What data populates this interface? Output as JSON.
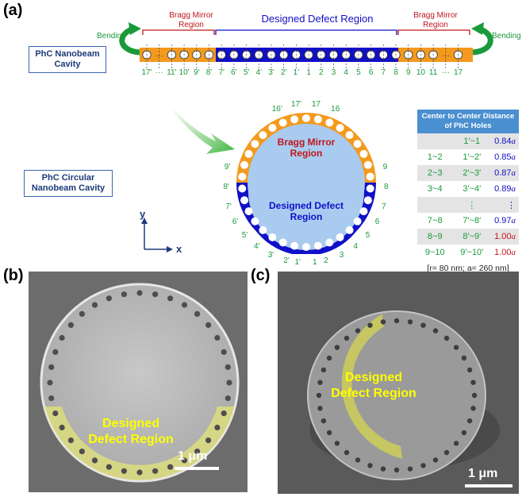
{
  "panel_a": {
    "label": "(a)",
    "bending_left": "Bending",
    "bending_right": "Bending",
    "bragg_left_line1": "Bragg Mirror",
    "bragg_left_line2": "Region",
    "defect_title": "Designed Defect Region",
    "bragg_right_line1": "Bragg Mirror",
    "bragg_right_line2": "Region",
    "nanobeam_line1": "PhC Nanobeam",
    "nanobeam_line2": "Cavity",
    "circular_line1": "PhC Circular",
    "circular_line2": "Nanobeam Cavity",
    "hole_labels": [
      "17'",
      "···",
      "11'",
      "10'",
      "9'",
      "8'",
      "7'",
      "6'",
      "5'",
      "4'",
      "3'",
      "2'",
      "1'",
      "1",
      "2",
      "3",
      "4",
      "5",
      "6",
      "7",
      "8",
      "9",
      "10",
      "11",
      "···",
      "17"
    ],
    "ring_bragg_line1": "Bragg Mirror",
    "ring_bragg_line2": "Region",
    "ring_defect_line1": "Designed Defect",
    "ring_defect_line2": "Region",
    "ring_labels": {
      "top": [
        "16'",
        "17'",
        "17",
        "16"
      ],
      "upper_left": [
        "9'",
        "8'"
      ],
      "upper_right": [
        "9",
        "8"
      ],
      "lower_left": [
        "7'",
        "6'",
        "5'",
        "4'",
        "3'",
        "2'"
      ],
      "lower_right": [
        "7",
        "6",
        "5",
        "4",
        "3",
        "2"
      ],
      "bottom": [
        "1'",
        "1"
      ]
    },
    "axis_y": "y",
    "axis_x": "x",
    "table": {
      "header_line1": "Center to Center Distance",
      "header_line2": "of PhC Holes",
      "rows": [
        {
          "a": "",
          "b": "1'~1",
          "v": "0.84",
          "unit": "a",
          "color": "blue"
        },
        {
          "a": "1~2",
          "b": "1'~2'",
          "v": "0.85",
          "unit": "a",
          "color": "blue"
        },
        {
          "a": "2~3",
          "b": "2'~3'",
          "v": "0.87",
          "unit": "a",
          "color": "blue"
        },
        {
          "a": "3~4",
          "b": "3'~4'",
          "v": "0.89",
          "unit": "a",
          "color": "blue"
        },
        {
          "a": "",
          "b": "⋮",
          "v": "⋮",
          "unit": "",
          "color": "blue"
        },
        {
          "a": "7~8",
          "b": "7'~8'",
          "v": "0.97",
          "unit": "a",
          "color": "blue"
        },
        {
          "a": "8~9",
          "b": "8'~9'",
          "v": "1.00",
          "unit": "a",
          "color": "red"
        },
        {
          "a": "9~10",
          "b": "9'~10'",
          "v": "1.00",
          "unit": "a",
          "color": "red"
        }
      ],
      "footnote": "[r= 80 nm; a= 260 nm]"
    }
  },
  "panel_b": {
    "label": "(b)",
    "defect_line1": "Designed",
    "defect_line2": "Defect Region",
    "scale": "1 μm"
  },
  "panel_c": {
    "label": "(c)",
    "defect_line1": "Designed",
    "defect_line2": "Defect Region",
    "scale": "1 μm"
  },
  "colors": {
    "orange": "#f39a1e",
    "defect_blue": "#1010c8",
    "light_blue": "#a9cbef",
    "green": "#1a9a3a",
    "red": "#c0161b",
    "highlight_yellow": "#e8e84a"
  }
}
